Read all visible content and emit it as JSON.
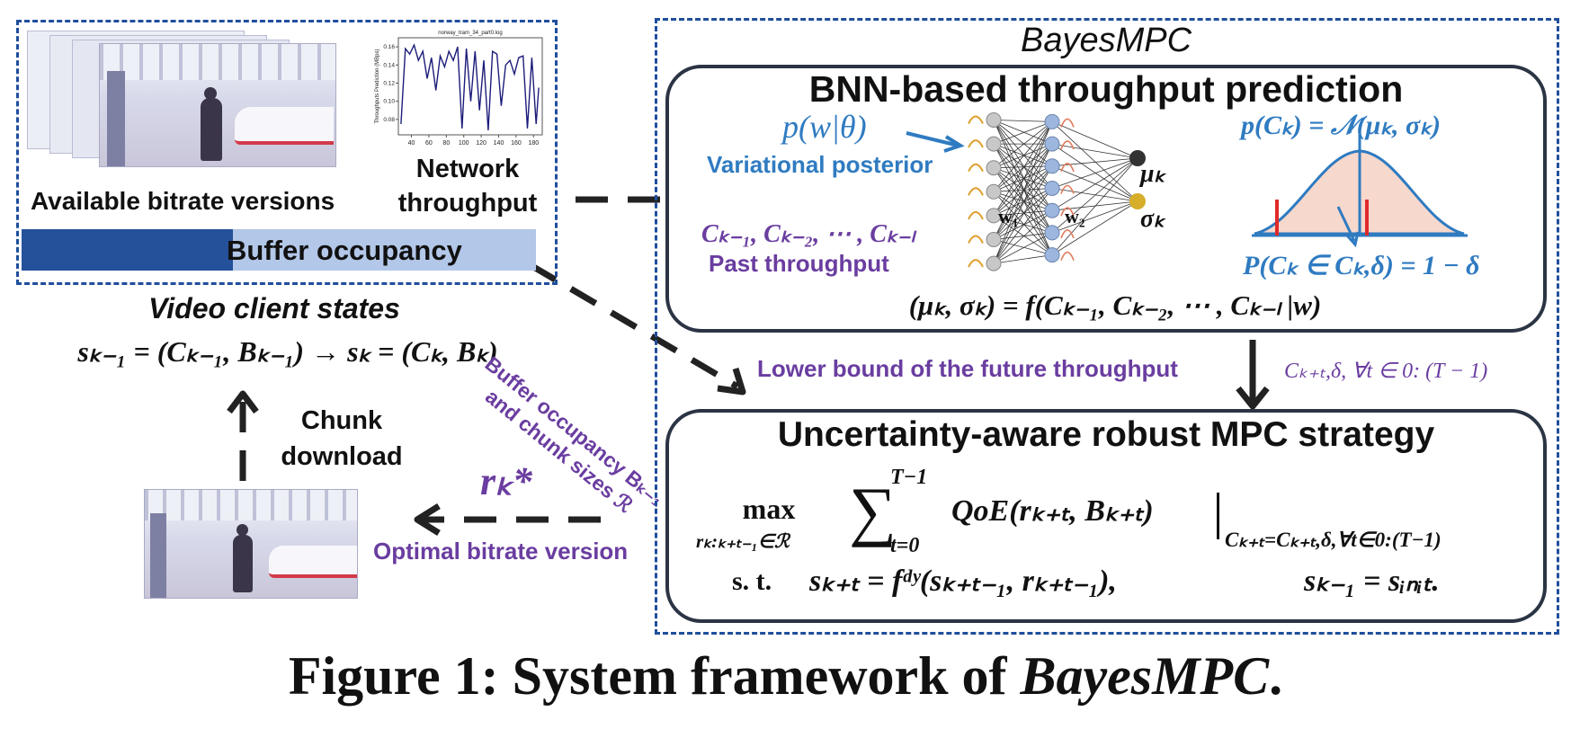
{
  "client": {
    "available_label": "Available bitrate versions",
    "network_label": "Network",
    "throughput_label": "throughput",
    "buffer_label": "Buffer occupancy",
    "states_title": "Video client states",
    "states_formula": "sₖ₋₁ = (Cₖ₋₁, Bₖ₋₁) → sₖ = (Cₖ, Bₖ)",
    "chunk_download_1": "Chunk",
    "chunk_download_2": "download",
    "buffer_fill": 0.41
  },
  "throughput_plot": {
    "title": "norway_tram_34_part0.log",
    "ylabel": "Throughputs Prediction (MBps)",
    "xticks": [
      "40",
      "60",
      "80",
      "100",
      "120",
      "140",
      "160",
      "180"
    ],
    "yticks": [
      "0.08",
      "0.10",
      "0.12",
      "0.14",
      "0.16"
    ]
  },
  "chart_data": {
    "type": "line",
    "title": "norway_tram_34_part0.log",
    "xlabel": "",
    "ylabel": "Throughputs Prediction (MBps)",
    "xlim": [
      25,
      190
    ],
    "ylim": [
      0.063,
      0.17
    ],
    "x": [
      28,
      33,
      38,
      43,
      48,
      53,
      58,
      63,
      68,
      73,
      78,
      83,
      88,
      93,
      98,
      103,
      108,
      113,
      118,
      123,
      128,
      133,
      138,
      143,
      148,
      153,
      158,
      163,
      168,
      173,
      178,
      183,
      186
    ],
    "series": [
      {
        "values": [
          0.075,
          0.158,
          0.152,
          0.162,
          0.145,
          0.155,
          0.125,
          0.148,
          0.112,
          0.15,
          0.138,
          0.155,
          0.145,
          0.16,
          0.07,
          0.158,
          0.1,
          0.155,
          0.09,
          0.145,
          0.068,
          0.155,
          0.152,
          0.095,
          0.14,
          0.145,
          0.13,
          0.148,
          0.15,
          0.07,
          0.148,
          0.075,
          0.115
        ]
      }
    ]
  },
  "bayes": {
    "title": "BayesMPC",
    "bnn_title": "BNN-based throughput prediction",
    "posterior_formula": "p(w|θ)",
    "variational_posterior": "Variational posterior",
    "past_seq": "Cₖ₋₁, Cₖ₋₂, ⋯ , Cₖ₋ₗ",
    "past_throughput": "Past throughput",
    "w1": "w₁",
    "w2": "w₂",
    "mu": "μₖ",
    "sigma": "σₖ",
    "normal_formula": "p(Cₖ) = 𝒩(μₖ, σₖ)",
    "prob_formula": "P(Cₖ ∈ Cₖ,δ) = 1 − δ",
    "f_formula": "(μₖ, σₖ) = f(Cₖ₋₁, Cₖ₋₂, ⋯ , Cₖ₋ₗ |w)",
    "lower_bound": "Lower bound of the future throughput",
    "lower_bound_formula": "Cₖ₊ₜ,δ, ∀t ∈ 0: (T − 1)",
    "mpc_title": "Uncertainty-aware robust MPC strategy",
    "mpc_max": "max",
    "mpc_max_sub": "rₖ:ₖ₊ₜ₋₁∈ℛ",
    "mpc_sum_top": "T−1",
    "mpc_sum_bottom": "t=0",
    "mpc_objective": "QoE(rₖ₊ₜ, Bₖ₊ₜ)",
    "mpc_condition": "Cₖ₊ₜ=Cₖ₊ₜ,δ,∀t∈0:(T−1)",
    "mpc_st": "s. t.",
    "mpc_dynamics": "sₖ₊ₜ = fᵈʸ(sₖ₊ₜ₋₁, rₖ₊ₜ₋₁),",
    "mpc_init": "sₖ₋₁ = sᵢₙᵢₜ."
  },
  "flows": {
    "buffer_chunk_1": "Buffer occupancy Bₖ₋₁",
    "buffer_chunk_2": "and chunk sizes ℛ",
    "r_star": "rₖ*",
    "optimal_bitrate": "Optimal bitrate version"
  },
  "caption": {
    "prefix": "Figure 1: System framework of ",
    "name": "BayesMPC",
    "suffix": "."
  },
  "colors": {
    "dash_blue": "#1f4e9c",
    "purple": "#6a3da0",
    "blue_text": "#2f7bc1",
    "buffer_dark": "#25509a",
    "buffer_light": "#b3c7e8",
    "box_border": "#2b3444"
  }
}
